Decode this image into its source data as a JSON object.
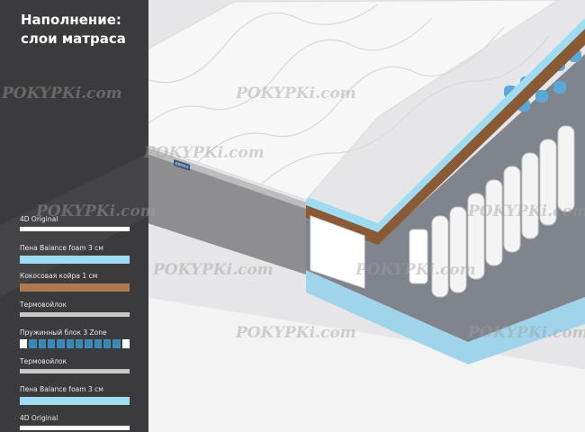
{
  "title": "Наполнение:\nслои матраса",
  "layers": [
    {
      "label": "4D Original",
      "color": "#ffffff",
      "type": "bar"
    },
    {
      "label": "Пена Balance foam 3 см",
      "color": "#9fdcf2",
      "type": "thick"
    },
    {
      "label": "Кокосовая койра 1 см",
      "color": "#b07a50",
      "type": "thick"
    },
    {
      "label": "Термовойлок",
      "color": "#c8c8c8",
      "type": "bar"
    },
    {
      "label": "Пружинный блок 3 Zone",
      "color": "#3c89b5",
      "type": "springs"
    },
    {
      "label": "Термовойлок",
      "color": "#c8c8c8",
      "type": "bar"
    },
    {
      "label": "Пена Balance foam 3 см",
      "color": "#9fdcf2",
      "type": "thick"
    },
    {
      "label": "4D Original",
      "color": "#ffffff",
      "type": "bar"
    }
  ],
  "watermark": "POKYPKi.com",
  "badge": "ERMAX",
  "colors": {
    "panel": "#3b3b3d",
    "foam": "#9fdcf2",
    "coir": "#8a5a35",
    "felt": "#8c8f95",
    "side": "#8e8e90"
  }
}
